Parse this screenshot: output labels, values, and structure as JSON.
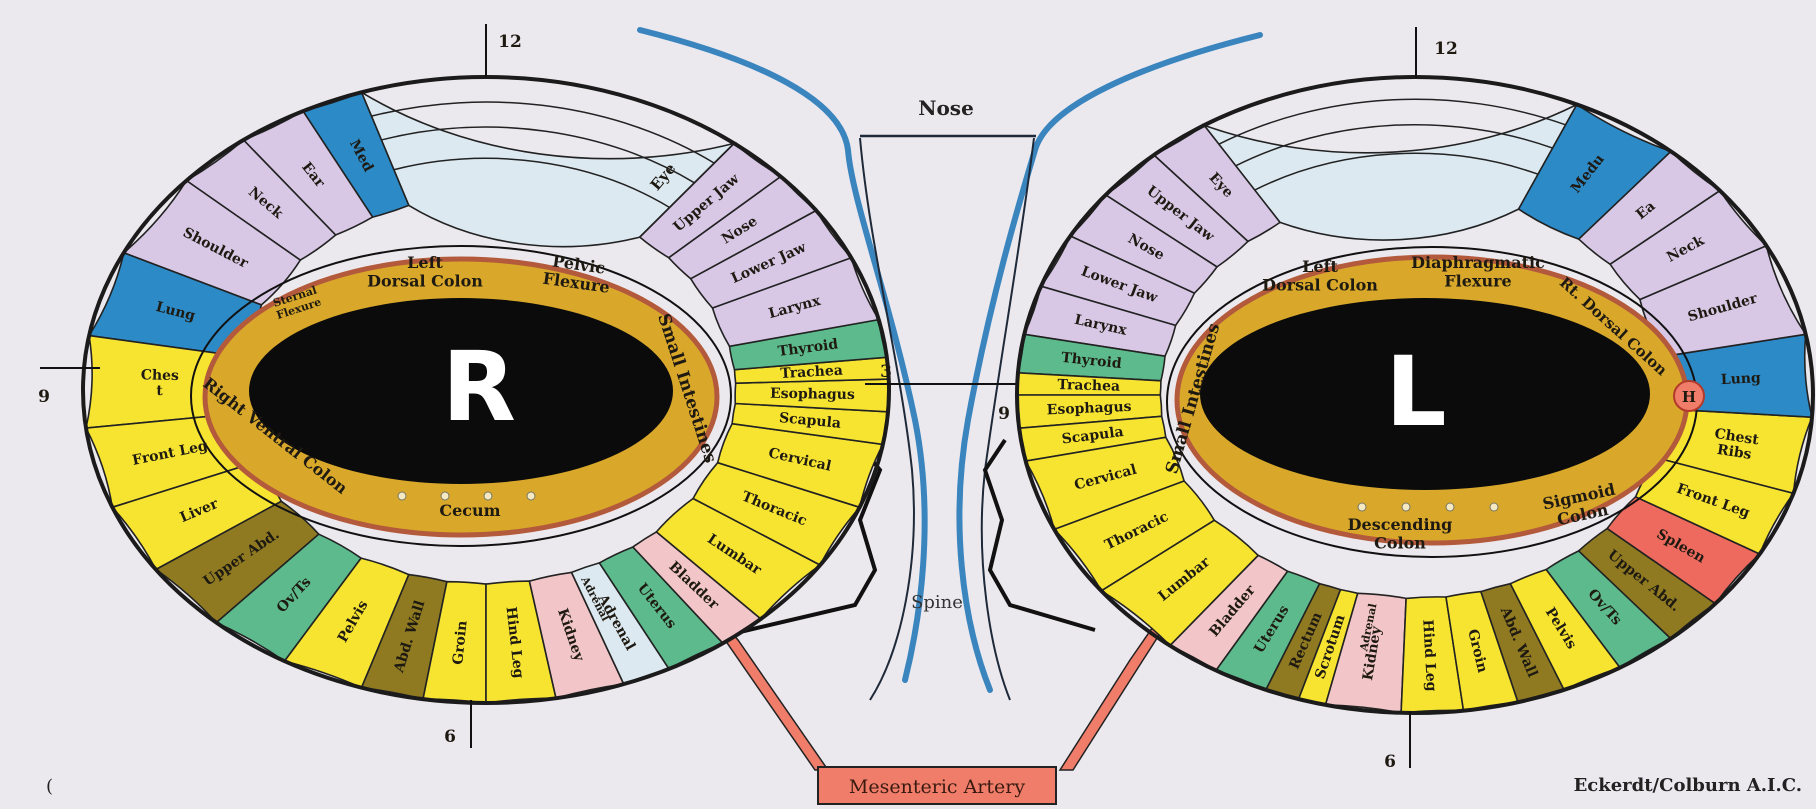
{
  "colors": {
    "background": "#ece9ee",
    "yellow": "#f7e431",
    "lavender": "#d8c8e6",
    "blue": "#2c8ac7",
    "green": "#5cba8c",
    "olive": "#8f7a22",
    "pink": "#f2c6c8",
    "pale_blue": "#dde9f1",
    "red": "#ef6a5e",
    "gold_ring": "#d9a82a",
    "pupil": "#0b0b0b",
    "artery": "#ef7d6a",
    "nose_stroke": "#3b85bf"
  },
  "diagram": {
    "nose_label": "Nose",
    "spine_label": "Spine",
    "artery_label": "Mesenteric Artery",
    "credit": "Eckerdt/Colburn A.I.C.",
    "corner_mark": "(",
    "right_eye": {
      "letter": "R",
      "clock": {
        "c12": "12",
        "c3": "3",
        "c6": "6",
        "c9": "9"
      },
      "inner": {
        "left_dorsal_colon": [
          "Left",
          "Dorsal Colon"
        ],
        "pelvic_flexure": [
          "Pelvic",
          "Flexure"
        ],
        "sternal_flexure": [
          "Sternal",
          "Flexure"
        ],
        "small_intestines": "Small Intestines",
        "right_ventral_colon": "Right Ventral Colon",
        "cecum": "Cecum"
      },
      "sectors": {
        "med": "Med",
        "ear": "Ear",
        "neck": "Neck",
        "shoulder": "Shoulder",
        "lung": "Lung",
        "chest": [
          "Ches",
          "t"
        ],
        "front_leg": "Front Leg",
        "liver": "Liver",
        "upper_abd": "Upper Abd.",
        "ov_ts": "Ov/Ts",
        "pelvis": "Pelvis",
        "abd_wall": "Abd. Wall",
        "groin": "Groin",
        "hind_leg": "Hind Leg",
        "adrenal": "Adrenal",
        "kidney": "Kidney",
        "uterus": "Uterus",
        "bladder": "Bladder",
        "lumbar": "Lumbar",
        "thoracic": "Thoracic",
        "cervical": "Cervical",
        "scapula": "Scapula",
        "esophagus": "Esophagus",
        "trachea": "Trachea",
        "thyroid": "Thyroid",
        "larynx": "Larynx",
        "lower_jaw": "Lower Jaw",
        "nose": "Nose",
        "upper_jaw": "Upper Jaw",
        "eye": "Eye"
      }
    },
    "left_eye": {
      "letter": "L",
      "clock": {
        "c12": "12",
        "c6": "6",
        "c9": "9"
      },
      "h_marker": "H",
      "inner": {
        "left_dorsal_colon": [
          "Left",
          "Dorsal Colon"
        ],
        "diaphragmatic_flexure": [
          "Diaphragmatic",
          "Flexure"
        ],
        "rt_dorsal_colon": "Rt. Dorsal Colon",
        "small_intestines": "Small Intestines",
        "descending_colon": [
          "Descending",
          "Colon"
        ],
        "sigmoid_colon": [
          "Sigmoid",
          "Colon"
        ]
      },
      "sectors": {
        "eye": "Eye",
        "upper_jaw": "Upper Jaw",
        "nose": "Nose",
        "lower_jaw": "Lower Jaw",
        "larynx": "Larynx",
        "thyroid": "Thyroid",
        "trachea": "Trachea",
        "esophagus": "Esophagus",
        "scapula": "Scapula",
        "cervical": "Cervical",
        "thoracic": "Thoracic",
        "lumbar": "Lumbar",
        "bladder": "Bladder",
        "uterus": "Uterus",
        "rectum": "Rectum",
        "scrotum": "Scrotum",
        "adrenal": "Adrenal",
        "kidney": "Kidney",
        "hind_leg": "Hind Leg",
        "groin": "Groin",
        "abd_wall": "Abd. Wall",
        "pelvis": "Pelvis",
        "ov_ts": "Ov/Ts",
        "upper_abd": "Upper Abd.",
        "spleen": "Spleen",
        "front_leg": "Front Leg",
        "chest_ribs": [
          "Chest",
          "Ribs"
        ],
        "lung": "Lung",
        "shoulder": "Shoulder",
        "neck": "Neck",
        "ear": "Ea",
        "medu": "Medu"
      }
    }
  }
}
